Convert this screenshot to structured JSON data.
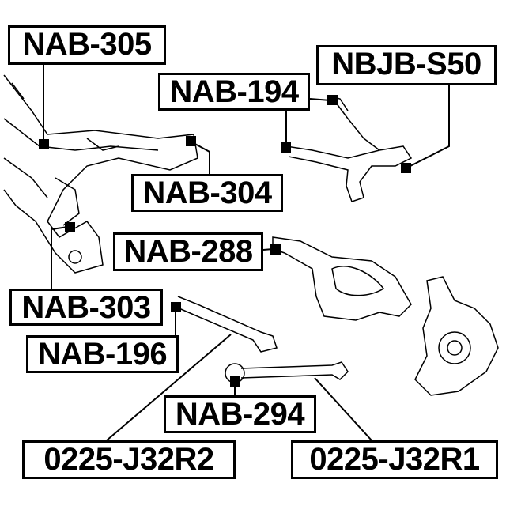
{
  "labels": {
    "nab305": "NAB-305",
    "nbjbs50": "NBJB-S50",
    "nab194": "NAB-194",
    "nab304": "NAB-304",
    "nab288": "NAB-288",
    "nab303": "NAB-303",
    "nab196": "NAB-196",
    "nab294": "NAB-294",
    "j32r2": "0225-J32R2",
    "j32r1": "0225-J32R1"
  }
}
